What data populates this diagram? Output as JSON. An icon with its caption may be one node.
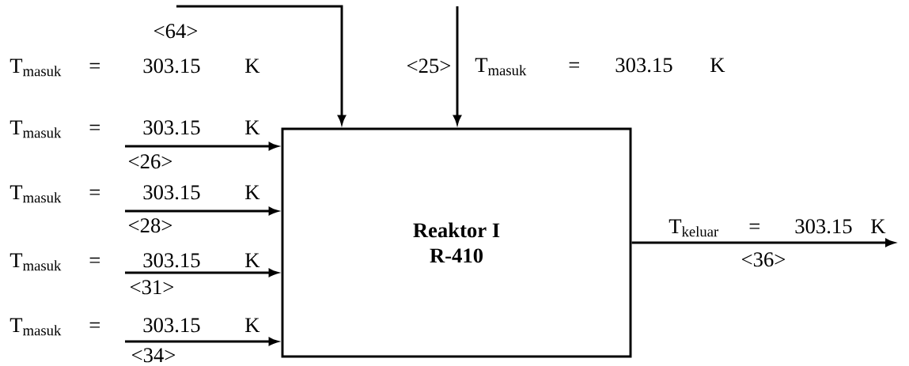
{
  "diagram": {
    "nodes": [
      {
        "text": [
          "Reaktor I",
          "R-410"
        ]
      },
      {
        "text": [
          "T$_{masuk}$",
          "=",
          "303.15",
          "K"
        ]
      },
      {
        "text": [
          "T$_{masuk}$",
          "=",
          "303.15",
          "K"
        ]
      },
      {
        "text": [
          "T$_{masuk}$",
          "=",
          "303.15",
          "K"
        ]
      },
      {
        "text": [
          "T$_{masuk}$",
          "=",
          "303.15",
          "K"
        ]
      },
      {
        "text": [
          "T$_{keluar}$",
          "=",
          "303.15",
          "K"
        ]
      }
    ],
    "edges": [
      {
        "from": null,
        "to": 0,
        "arrow": "to",
        "label": "<64>"
      },
      {
        "from": null,
        "to": 0,
        "arrow": "to",
        "label": "<25>"
      },
      {
        "from": 1,
        "to": 0,
        "arrow": "to",
        "label": "<26>"
      },
      {
        "from": 2,
        "to": 0,
        "arrow": "to",
        "label": "<28>"
      },
      {
        "from": 3,
        "to": 0,
        "arrow": "to",
        "label": "<31>"
      },
      {
        "from": 4,
        "to": 0,
        "arrow": "to",
        "label": "<34>"
      },
      {
        "from": 0,
        "to": 5,
        "arrow": "to",
        "label": "<36>"
      }
    ],
    "labels": [
      "T$_{masuk}$",
      "=",
      "303.15",
      "K",
      "T$_{masuk}$",
      "=",
      "303.15",
      "K"
    ]
  }
}
